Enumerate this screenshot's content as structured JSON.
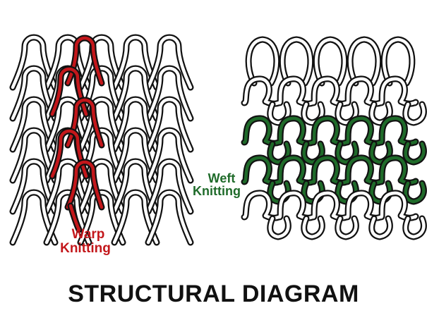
{
  "labels": {
    "warp_line1": "Warp",
    "warp_line2": "Knitting",
    "weft_line1": "Weft",
    "weft_line2": "Knitting"
  },
  "caption": "STRUCTURAL DIAGRAM",
  "colors": {
    "warp_accent": "#c3171b",
    "weft_accent": "#1f6b2a",
    "outline": "#111111",
    "background": "#ffffff"
  },
  "panels": {
    "warp": {
      "columns": 5,
      "rows": 6
    },
    "weft": {
      "columns": 5,
      "rows": 4,
      "highlighted_rows": 2
    }
  }
}
